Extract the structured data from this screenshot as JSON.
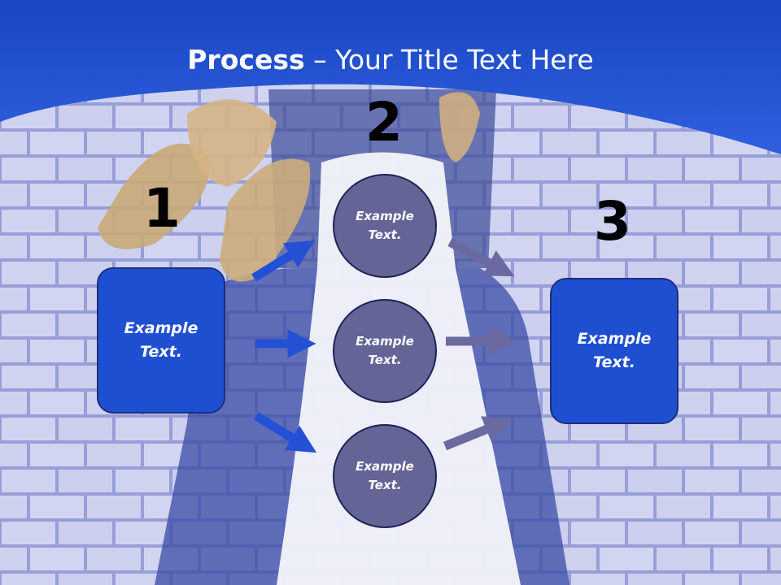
{
  "title": {
    "bold": "Process",
    "rest": " – Your Title Text Here"
  },
  "steps": [
    {
      "number": "1",
      "box_text": "Example Text."
    },
    {
      "number": "2",
      "circles": [
        "Example Text.",
        "Example Text.",
        "Example Text."
      ]
    },
    {
      "number": "3",
      "box_text": "Example Text."
    }
  ],
  "colors": {
    "header_blue": "#1f4fd1",
    "box_fill": "#1f4fd1",
    "circle_fill": "#646497",
    "arrow_left": "#2450d6",
    "arrow_right": "#6a6aa0"
  }
}
